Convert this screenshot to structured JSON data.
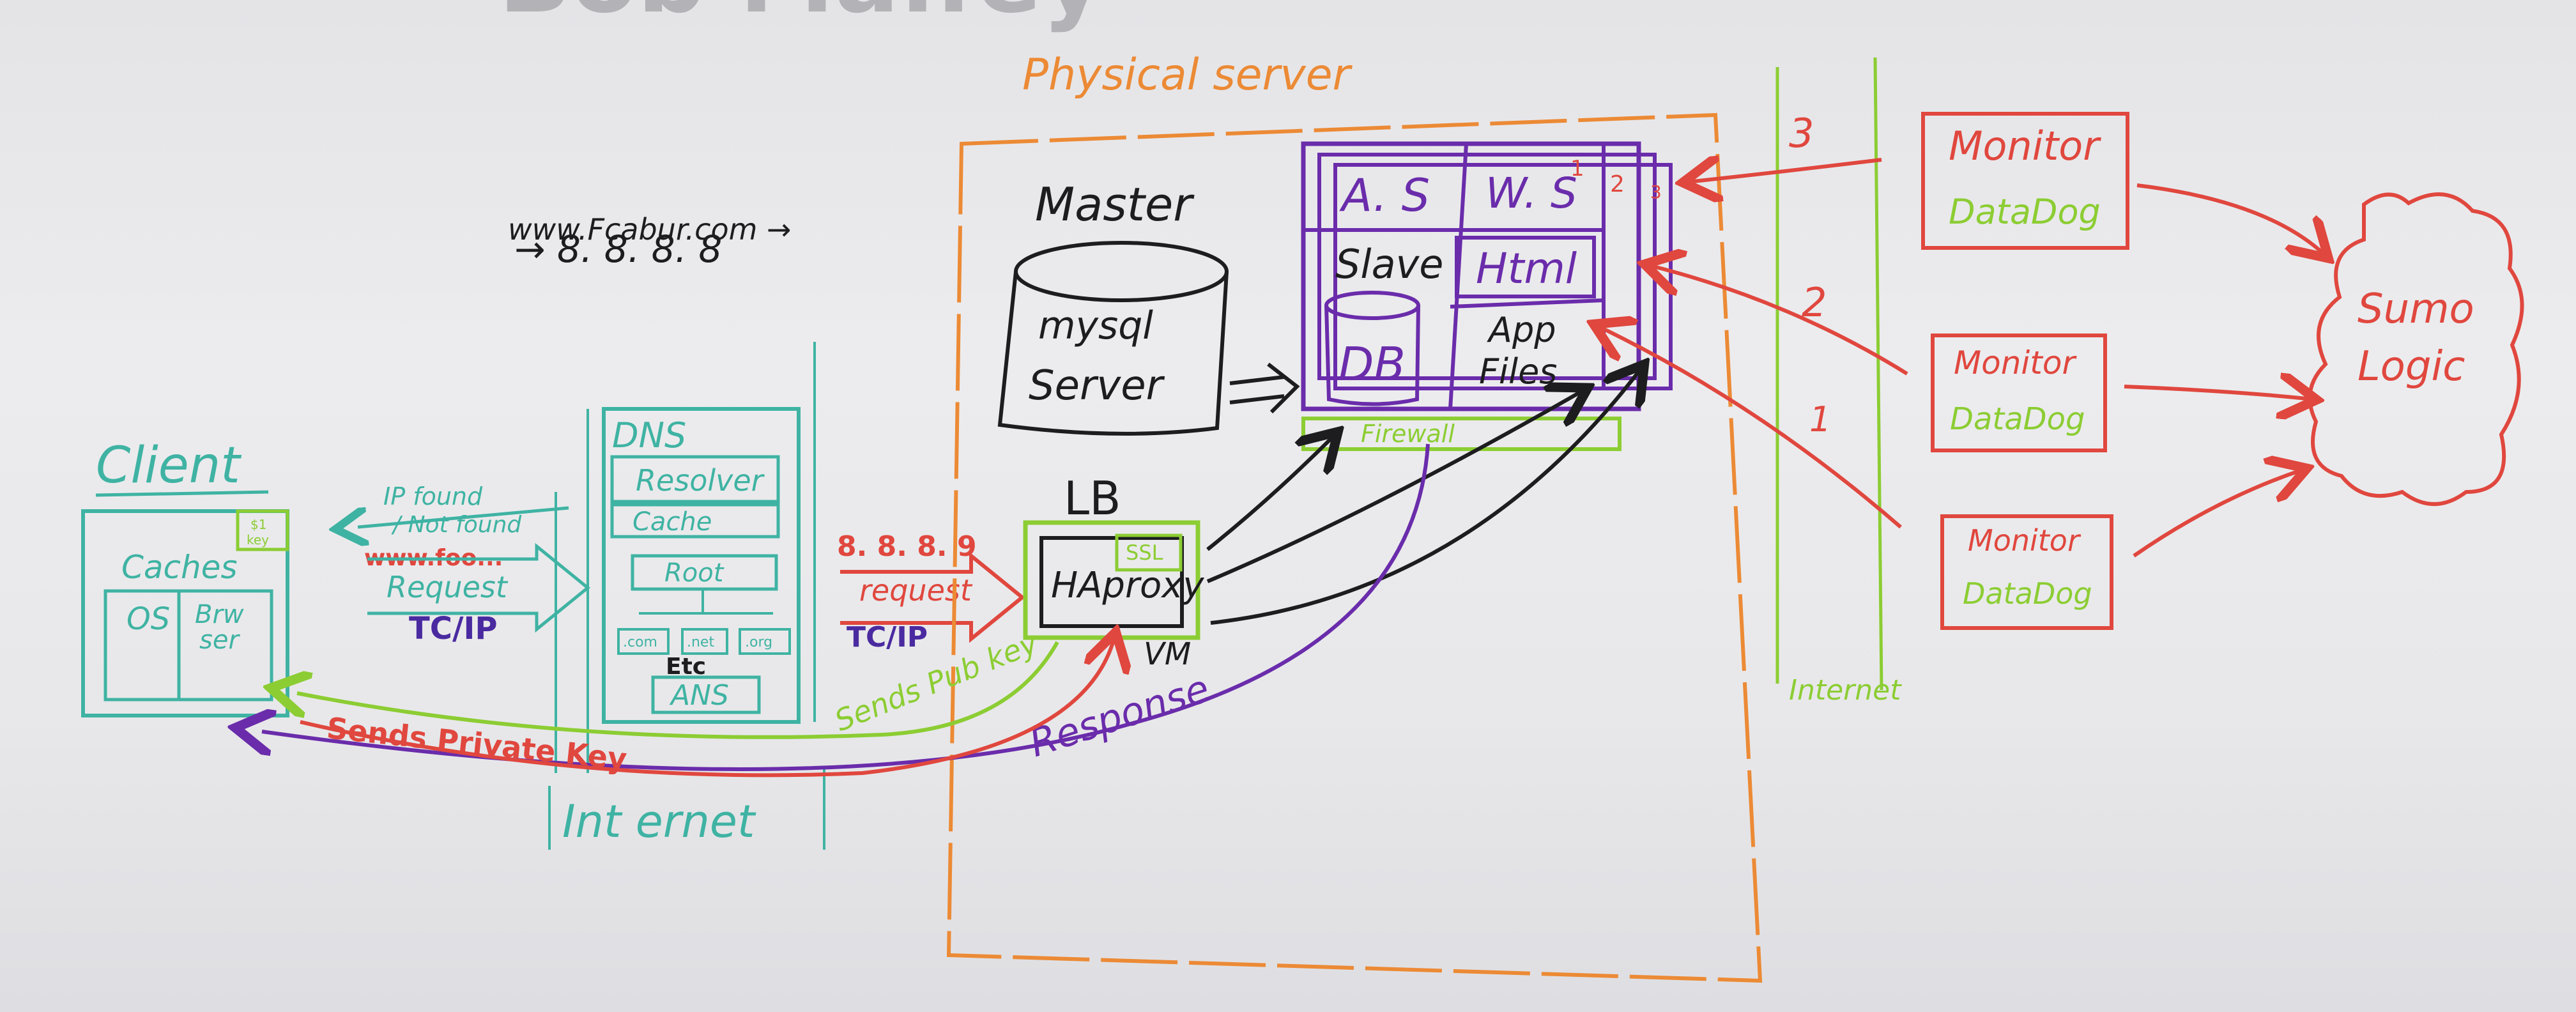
{
  "colors": {
    "orange": "#ec8a35",
    "purple": "#6a2cab",
    "green": "#8ccd33",
    "teal": "#3fb3a3",
    "red": "#e0473e",
    "black": "#1d1d1f"
  },
  "header_partial": "Bob Maffey",
  "client": {
    "label": "Client",
    "key_badge": [
      "$1",
      "key"
    ],
    "caches": "Caches",
    "os": "OS",
    "browser": [
      "Brw",
      "ser"
    ]
  },
  "dns_query": {
    "line1": "www.Fcabur.com →",
    "line2": "→ 8. 8. 8. 8"
  },
  "ip_found": {
    "line1": "IP found",
    "line2": "/ Not found"
  },
  "www_foo": "www.foo...",
  "request_left": {
    "label": "Request",
    "protocol": "TC/IP"
  },
  "dns": {
    "title": "DNS",
    "resolver": "Resolver",
    "cache": "Cache",
    "root": "Root",
    "tlds": [
      ".com",
      ".net",
      ".org"
    ],
    "etc": "Etc",
    "ans": "ANS"
  },
  "internet_left": "Int ernet",
  "request_mid": {
    "ip": "8. 8. 8. 9",
    "label": "request",
    "protocol": "TC/IP"
  },
  "physical_server": {
    "title": "Physical server",
    "master": "Master",
    "mysql": [
      "mysql",
      "Server"
    ],
    "lb": "LB",
    "haproxy": "HAproxy",
    "ssl": "SSL",
    "vm": "VM",
    "stack": {
      "as": "A. S",
      "ws": "W. S",
      "slave": "Slave",
      "html": "Html",
      "db": "DB",
      "app_files": [
        "App",
        "Files"
      ],
      "firewall": "Firewall",
      "numbers": [
        "1",
        "2",
        "3"
      ]
    }
  },
  "internet_right": "Internet",
  "flows": {
    "sends_pub_key": "Sends Pub key",
    "sends_private_key": "Sends Private Key",
    "response": "Response"
  },
  "monitors": [
    {
      "title": "Monitor",
      "sub": "DataDog",
      "num": "3"
    },
    {
      "title": "Monitor",
      "sub": "DataDog",
      "num": "2"
    },
    {
      "title": "Monitor",
      "sub": "DataDog",
      "num": "1"
    }
  ],
  "sumo": [
    "Sumo",
    "Logic"
  ]
}
